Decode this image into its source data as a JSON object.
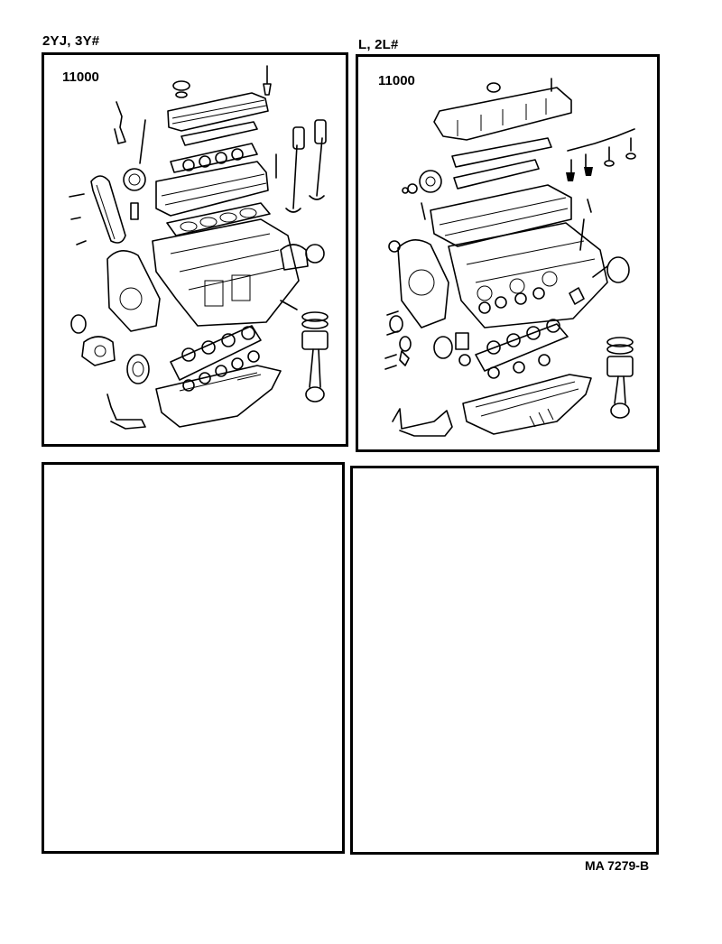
{
  "panels": [
    {
      "id": "top-left",
      "caption": "2YJ, 3Y#",
      "part_number": "11000",
      "content": "exploded-engine-diagram"
    },
    {
      "id": "top-right",
      "caption": "L, 2L#",
      "part_number": "11000",
      "content": "exploded-engine-diagram"
    },
    {
      "id": "bottom-left",
      "content": "empty"
    },
    {
      "id": "bottom-right",
      "content": "empty"
    }
  ],
  "footer": {
    "reference": "MA 7279-B"
  },
  "colors": {
    "ink": "#000000",
    "paper": "#ffffff"
  }
}
